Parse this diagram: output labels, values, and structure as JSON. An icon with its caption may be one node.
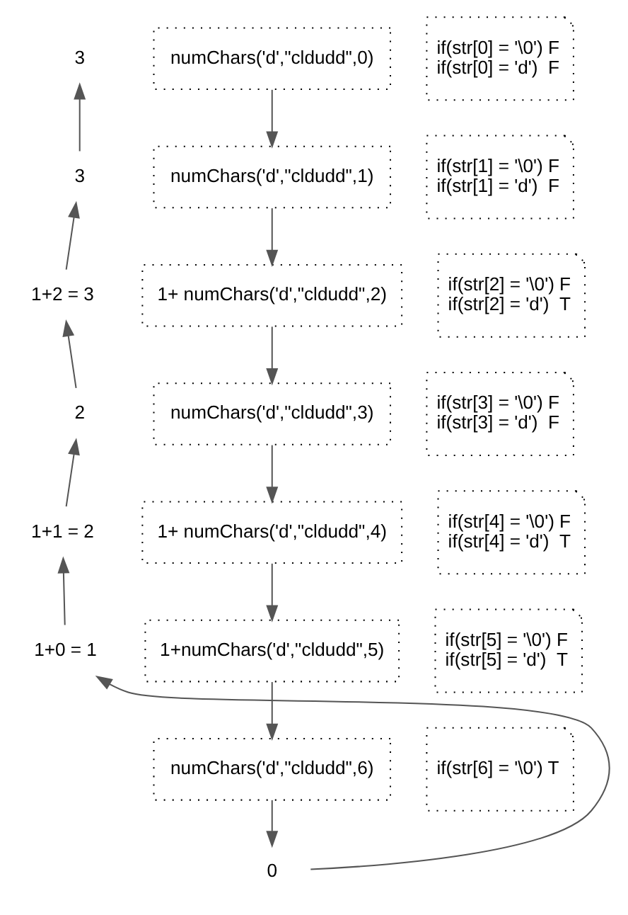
{
  "diagram": {
    "nodes": [
      {
        "text": [
          "numChars('d',\"cldudd\",0)"
        ]
      },
      {
        "text": [
          "numChars('d',\"cldudd\",1)"
        ]
      },
      {
        "text": [
          "1+ numChars('d',\"cldudd\",2)"
        ]
      },
      {
        "text": [
          "numChars('d',\"cldudd\",3)"
        ]
      },
      {
        "text": [
          "1+ numChars('d',\"cldudd\",4)"
        ]
      },
      {
        "text": [
          "1+numChars('d',\"cldudd\",5)"
        ]
      },
      {
        "text": [
          "numChars('d',\"cldudd\",6)"
        ]
      },
      {
        "text": [
          "if(str[0] = '\\0') F",
          "if(str[0] = 'd')  F"
        ]
      },
      {
        "text": [
          "if(str[1] = '\\0') F",
          "if(str[1] = 'd')  F"
        ]
      },
      {
        "text": [
          "if(str[2] = '\\0') F",
          "if(str[2] = 'd')  T"
        ]
      },
      {
        "text": [
          "if(str[3] = '\\0') F",
          "if(str[3] = 'd')  F"
        ]
      },
      {
        "text": [
          "if(str[4] = '\\0') F",
          "if(str[4] = 'd')  T"
        ]
      },
      {
        "text": [
          "if(str[5] = '\\0') F",
          "if(str[5] = 'd')  T"
        ]
      },
      {
        "text": [
          "if(str[6] = '\\0') T"
        ]
      },
      {
        "text": [
          "0"
        ]
      },
      {
        "text": [
          "1+0 = 1"
        ]
      },
      {
        "text": [
          "1+1 = 2"
        ]
      },
      {
        "text": [
          "2"
        ]
      },
      {
        "text": [
          "1+2 = 3"
        ]
      },
      {
        "text": [
          "3"
        ]
      },
      {
        "text": [
          "3"
        ]
      }
    ],
    "edges": [
      {
        "from": 0,
        "to": 1,
        "arrow": "to"
      },
      {
        "from": 1,
        "to": 2,
        "arrow": "to"
      },
      {
        "from": 2,
        "to": 3,
        "arrow": "to"
      },
      {
        "from": 3,
        "to": 4,
        "arrow": "to"
      },
      {
        "from": 4,
        "to": 5,
        "arrow": "to"
      },
      {
        "from": 5,
        "to": 6,
        "arrow": "to"
      },
      {
        "from": 6,
        "to": 14,
        "arrow": "to"
      },
      {
        "from": 14,
        "to": 15,
        "arrow": "to"
      },
      {
        "from": 15,
        "to": 16,
        "arrow": "to"
      },
      {
        "from": 16,
        "to": 17,
        "arrow": "to"
      },
      {
        "from": 17,
        "to": 18,
        "arrow": "to"
      },
      {
        "from": 18,
        "to": 19,
        "arrow": "to"
      },
      {
        "from": 19,
        "to": 20,
        "arrow": "to"
      }
    ]
  }
}
